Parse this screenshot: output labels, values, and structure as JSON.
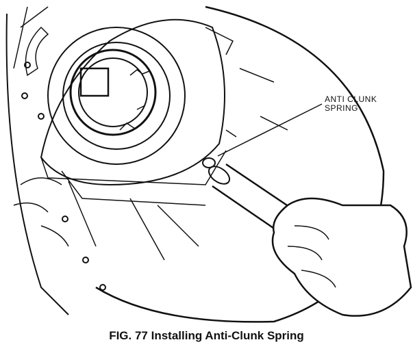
{
  "figure": {
    "callout_line1": "ANTI CLUNK",
    "callout_line2": "SPRING",
    "caption": "FIG. 77  Installing Anti-Clunk Spring"
  }
}
